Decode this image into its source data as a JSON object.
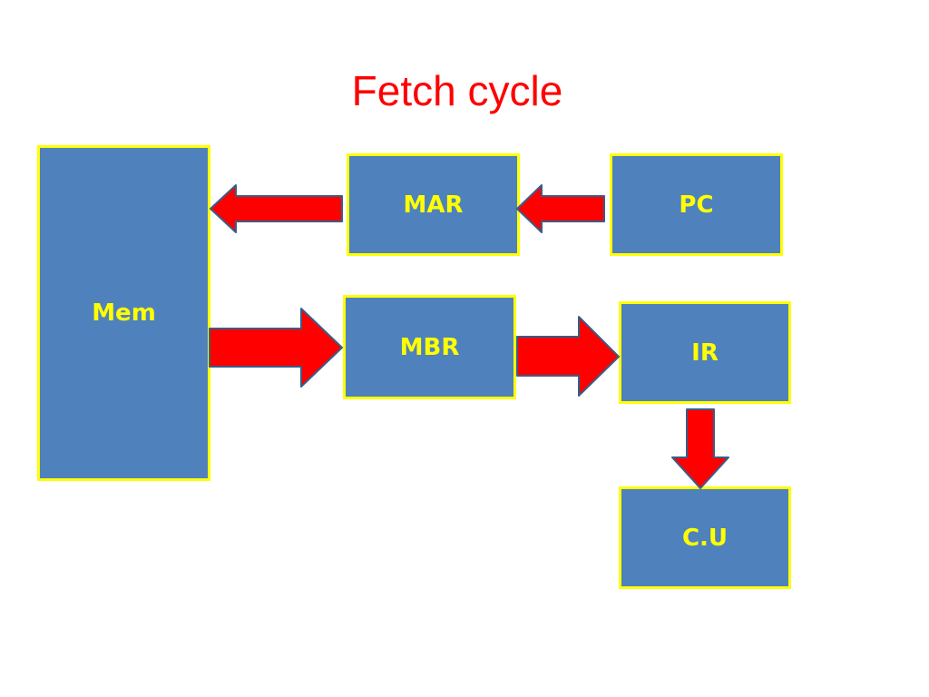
{
  "title": "Fetch cycle",
  "nodes": {
    "mem": "Mem",
    "mar": "MAR",
    "pc": "PC",
    "mbr": "MBR",
    "ir": "IR",
    "cu": "C.U"
  },
  "colors": {
    "title": "#ff0000",
    "box_fill": "#4f81bd",
    "box_border": "#ffff00",
    "box_text": "#ffff00",
    "arrow_fill": "#ff0000",
    "arrow_stroke": "#385d8a"
  },
  "edges": [
    {
      "from": "pc",
      "to": "mar"
    },
    {
      "from": "mar",
      "to": "mem"
    },
    {
      "from": "mem",
      "to": "mbr"
    },
    {
      "from": "mbr",
      "to": "ir"
    },
    {
      "from": "ir",
      "to": "cu"
    }
  ]
}
